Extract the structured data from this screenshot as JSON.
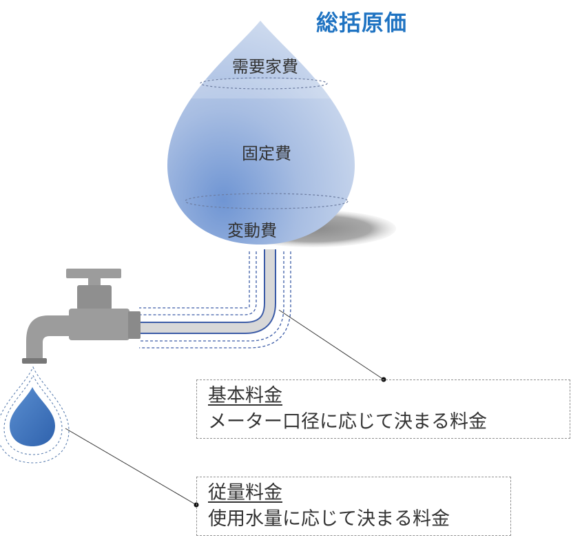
{
  "title": "総括原価",
  "tiers": {
    "top": "需要家費",
    "middle": "固定費",
    "bottom": "変動費"
  },
  "callouts": {
    "basic": {
      "heading": "基本料金",
      "description": "メーター口径に応じて決まる料金"
    },
    "usage": {
      "heading": "従量料金",
      "description": "使用水量に応じて決まる料金"
    }
  },
  "colors": {
    "title": "#1f73c2",
    "drop_light": "#c7d6ec",
    "drop_dark": "#7b9fd6",
    "small_drop": "#3d73bb",
    "faucet": "#9c9c9c",
    "pipe_outline": "#3a5aa6"
  }
}
